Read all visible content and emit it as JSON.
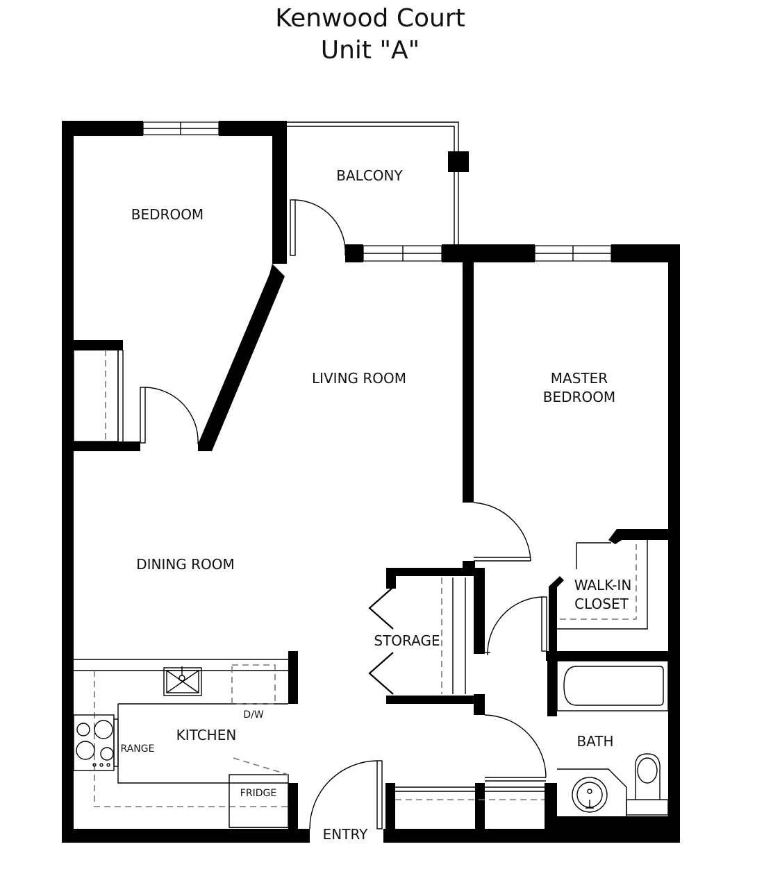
{
  "header": {
    "title_line1": "Kenwood Court",
    "title_line2": "Unit \"A\""
  },
  "rooms": {
    "bedroom": "BEDROOM",
    "balcony": "BALCONY",
    "living_room": "LIVING ROOM",
    "master_bedroom_line1": "MASTER",
    "master_bedroom_line2": "BEDROOM",
    "dining_room": "DINING ROOM",
    "walk_in_closet_line1": "WALK-IN",
    "walk_in_closet_line2": "CLOSET",
    "storage": "STORAGE",
    "kitchen": "KITCHEN",
    "bath": "BATH",
    "entry": "ENTRY"
  },
  "fixtures": {
    "dishwasher": "D/W",
    "range": "RANGE",
    "fridge": "FRIDGE"
  }
}
